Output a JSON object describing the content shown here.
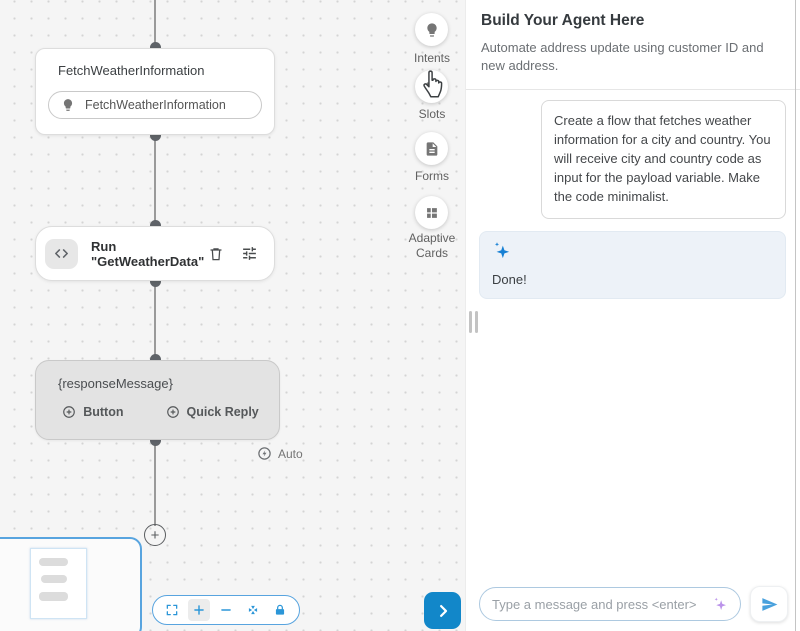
{
  "canvas": {
    "intent_node": {
      "title": "FetchWeatherInformation",
      "chip_label": "FetchWeatherInformation"
    },
    "action_node": {
      "title": "Run \"GetWeatherData\""
    },
    "message_node": {
      "title": "{responseMessage}",
      "add_button_label": "Button",
      "add_quick_reply_label": "Quick Reply"
    },
    "auto_badge": "Auto",
    "add_node_glyph": "+"
  },
  "palette": {
    "items": [
      {
        "label": "Intents"
      },
      {
        "label": "Slots"
      },
      {
        "label": "Forms"
      },
      {
        "label": "Adaptive Cards"
      }
    ]
  },
  "panel": {
    "title": "Build Your Agent Here",
    "subtitle": "Automate address update using customer ID and new address.",
    "messages": [
      {
        "role": "user",
        "text": "Create a flow that fetches weather information for a city and country. You will receive city and country code as input for the payload variable. Make the code minimalist."
      },
      {
        "role": "assistant",
        "text": "Done!"
      }
    ],
    "input_placeholder": "Type a message and press <enter>"
  },
  "colors": {
    "accent_blue": "#1287c9",
    "toolbar_blue": "#2b96d8",
    "sparkle_blue": "#1780d4",
    "sparkle_purple": "#bb93ea",
    "canvas_bg": "#f5f5f5",
    "node_gray": "#e3e3e3"
  }
}
